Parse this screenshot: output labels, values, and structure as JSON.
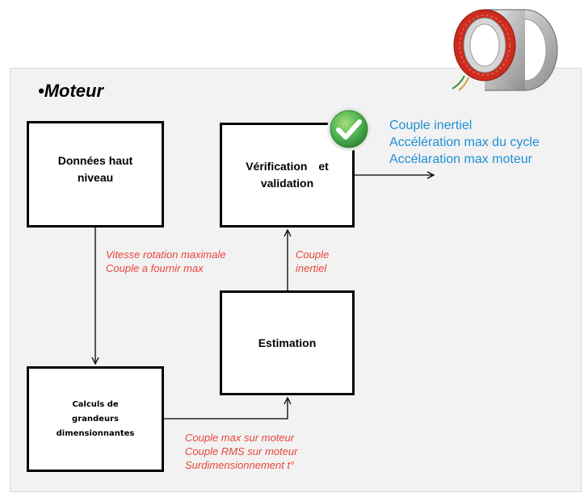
{
  "section_title": "•Moteur",
  "boxes": {
    "donnees": {
      "line1": "Données haut",
      "line2": "niveau"
    },
    "verification": {
      "line1": "Vérification et",
      "line2": "validation"
    },
    "estimation": {
      "label": "Estimation"
    },
    "calculs": {
      "line1": "Calculs de",
      "line2": "grandeurs",
      "line3": "dimensionnantes"
    }
  },
  "labels": {
    "donnees_to_calculs": [
      "Vitesse rotation maximale",
      "Couple a fournir max"
    ],
    "calculs_to_estimation": [
      "Couple max sur moteur",
      "Couple RMS sur moteur",
      "Surdimensionnement t°"
    ],
    "estimation_to_verification": [
      "Couple",
      "inertiel"
    ],
    "outputs": [
      "Couple inertiel",
      "Accélération max du cycle",
      "Accélaration max moteur"
    ]
  },
  "icons": {
    "checkmark": "green-check-circle-icon",
    "motor": "motor-ring-icon"
  },
  "colors": {
    "label_red": "#e8453c",
    "output_blue": "#1e90d6",
    "check_green": "#4caf50",
    "motor_red": "#cc2b1d"
  }
}
